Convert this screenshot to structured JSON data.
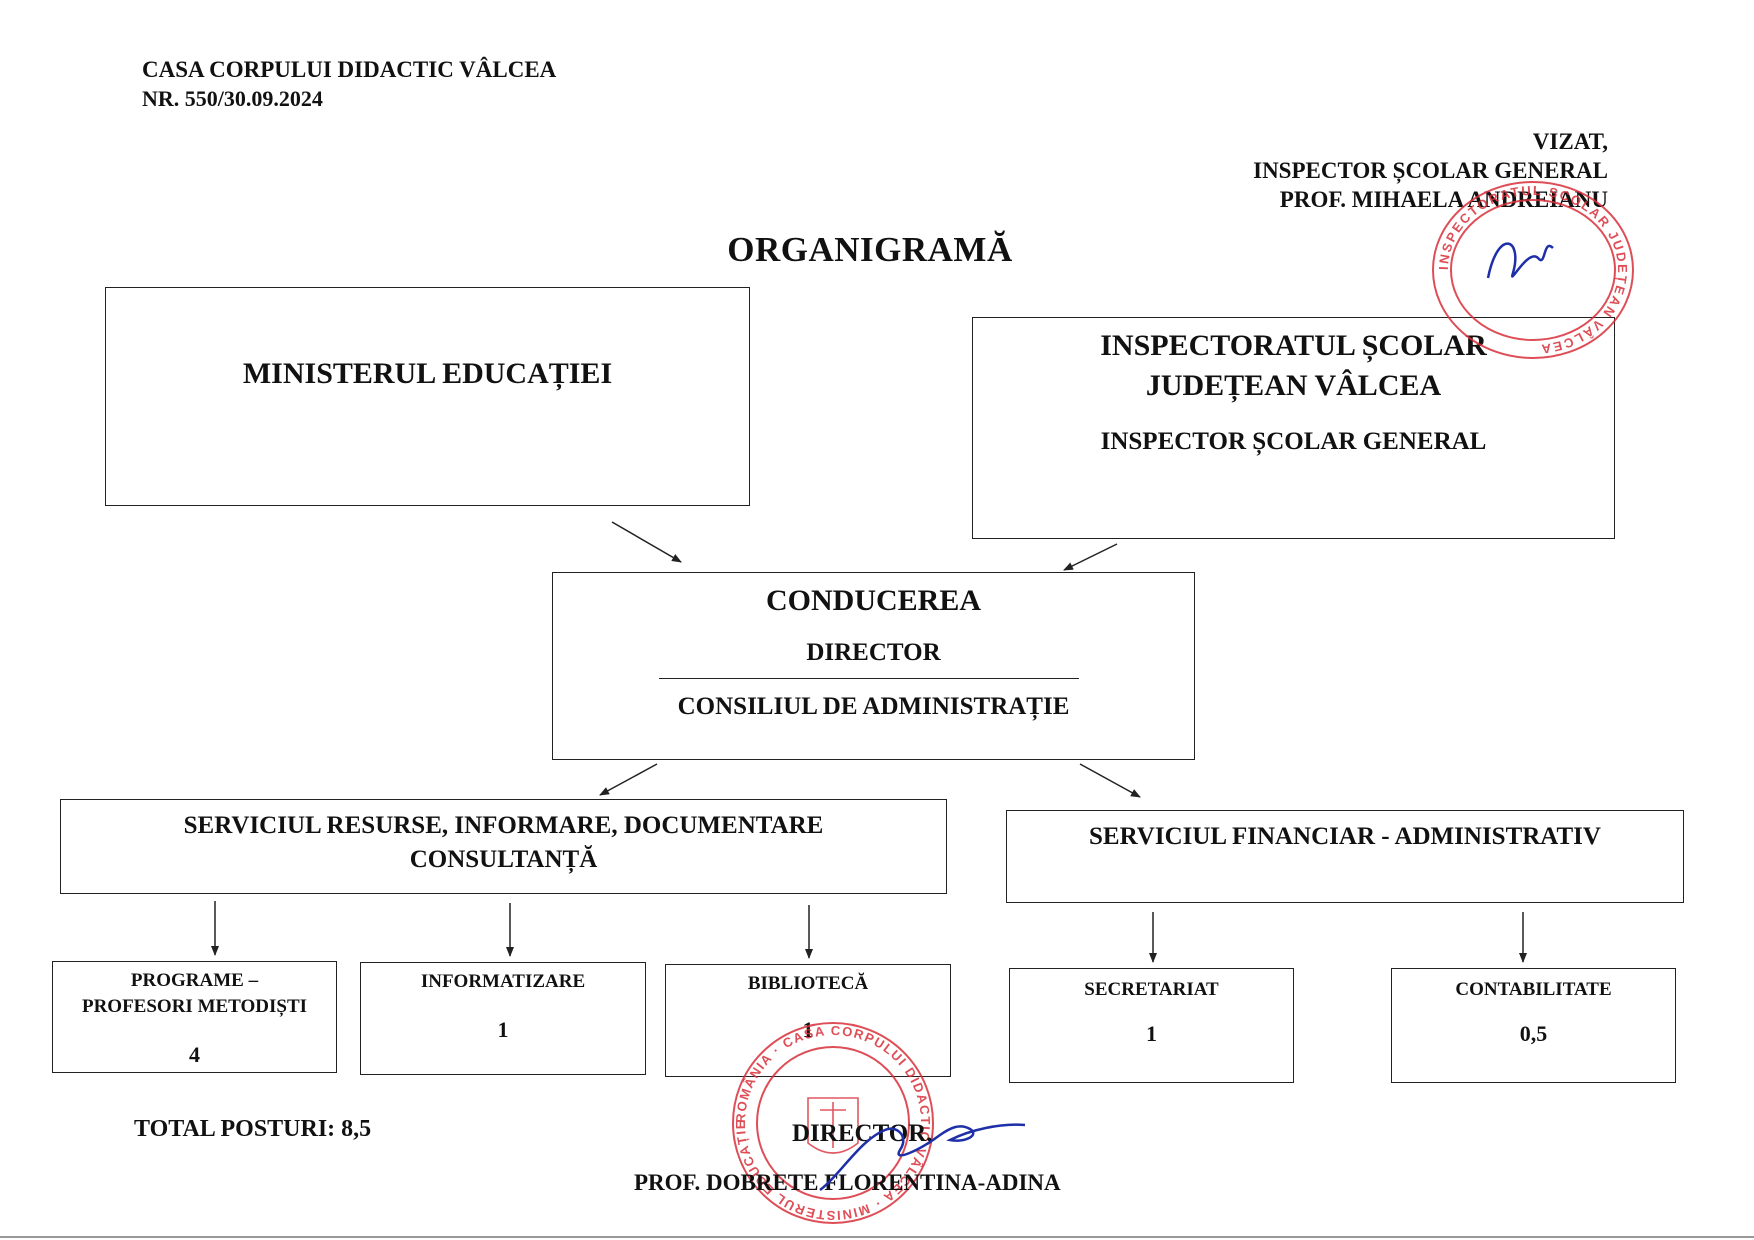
{
  "header": {
    "institution": "CASA CORPULUI DIDACTIC VÂLCEA",
    "number": "NR. 550/30.09.2024"
  },
  "approval": {
    "vizat": "VIZAT,",
    "role": "INSPECTOR ȘCOLAR GENERAL",
    "name": "PROF.  MIHAELA ANDREIANU"
  },
  "title": "ORGANIGRAMĂ",
  "ministry": {
    "label": "MINISTERUL EDUCAȚIEI"
  },
  "inspectorate": {
    "line1": "INSPECTORATUL ȘCOLAR",
    "line2": "JUDEȚEAN VÂLCEA",
    "sub": "INSPECTOR ȘCOLAR GENERAL"
  },
  "leadership": {
    "title": "CONDUCEREA",
    "director": "DIRECTOR",
    "council": "CONSILIUL DE ADMINISTRAȚIE"
  },
  "services": {
    "resources": {
      "line1": "SERVICIUL RESURSE, INFORMARE, DOCUMENTARE",
      "line2": "CONSULTANȚĂ",
      "units": [
        {
          "line1": "PROGRAME –",
          "line2": "PROFESORI METODIȘTI",
          "count": "4"
        },
        {
          "line1": "INFORMATIZARE",
          "count": "1"
        },
        {
          "line1": "BIBLIOTECĂ",
          "count": "1"
        }
      ]
    },
    "financial": {
      "label": "SERVICIUL FINANCIAR - ADMINISTRATIV",
      "units": [
        {
          "line1": "SECRETARIAT",
          "count": "1"
        },
        {
          "line1": "CONTABILITATE",
          "count": "0,5"
        }
      ]
    }
  },
  "total": "TOTAL POSTURI: 8,5",
  "signature": {
    "role": "DIRECTOR,",
    "name": "PROF. DOBRETE FLORENTINA-ADINA"
  },
  "stamps": {
    "top": {
      "text": "INSPECTORATUL ȘCOLAR JUDEȚEAN VÂLCEA",
      "color": "#d9303a"
    },
    "bottom": {
      "text": "ROMÂNIA · CASA CORPULUI DIDACTIC VÂLCEA · MINISTERUL EDUCAȚIEI",
      "color": "#d9303a"
    }
  },
  "colors": {
    "ink": "#111111",
    "signature": "#1f2fa8"
  }
}
